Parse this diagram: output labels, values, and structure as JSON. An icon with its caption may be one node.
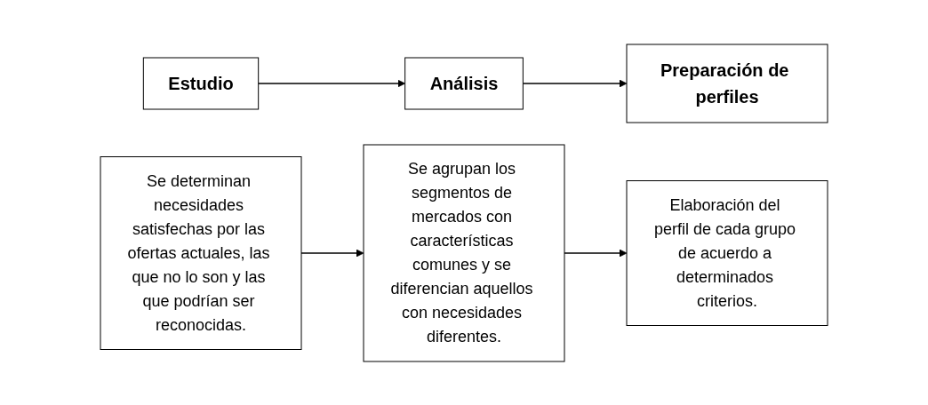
{
  "diagram": {
    "nodes": [
      {
        "text": [
          "Estudio"
        ]
      },
      {
        "text": [
          "Análisis"
        ]
      },
      {
        "text": [
          "Preparación de perfiles"
        ]
      },
      {
        "text": [
          "Se determinan necesidades satisfechas por las ofertas actuales, las que no lo son y las que podrían ser reconocidas."
        ]
      },
      {
        "text": [
          "Se agrupan los segmentos de mercados con características comunes y se diferencian aquellos con necesidades diferentes."
        ]
      },
      {
        "text": [
          "Elaboración del perfil de cada grupo de acuerdo a determinados criterios."
        ]
      }
    ],
    "edges": [
      {
        "from": 0,
        "to": 1,
        "arrow": "to"
      },
      {
        "from": 1,
        "to": 2,
        "arrow": "to"
      },
      {
        "from": 3,
        "to": 4,
        "arrow": "to"
      },
      {
        "from": 4,
        "to": 5,
        "arrow": "to"
      }
    ]
  }
}
